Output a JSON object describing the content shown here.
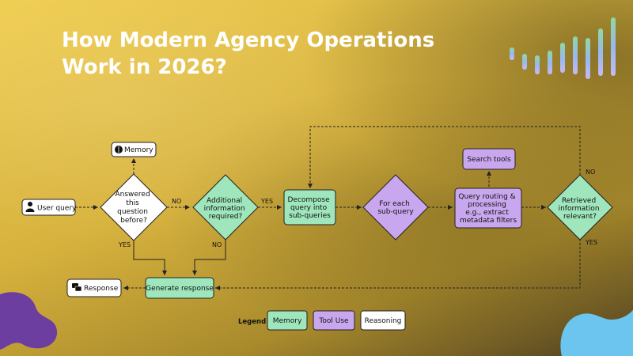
{
  "title_line1": "How Modern Agency Operations",
  "title_line2": "Work in 2026?",
  "nodes": {
    "memory": "Memory",
    "user_query": "User query",
    "answered": [
      "Answered",
      "this",
      "question",
      "before?"
    ],
    "additional": [
      "Additional",
      "information",
      "required?"
    ],
    "decompose": [
      "Decompose",
      "query into",
      "sub-queries"
    ],
    "for_each": [
      "For each",
      "sub-query"
    ],
    "search_tools": "Search tools",
    "query_routing": [
      "Query routing &",
      "processing",
      "e.g., extract",
      "metadata filters"
    ],
    "retrieved": [
      "Retrieved",
      "information",
      "relevant?"
    ],
    "generate": "Generate response",
    "response": "Response"
  },
  "edge_labels": {
    "answered_no": "NO",
    "answered_yes": "YES",
    "additional_yes": "YES",
    "additional_no": "NO",
    "retrieved_no": "NO",
    "retrieved_yes": "YES"
  },
  "legend": {
    "title": "Legend",
    "memory": "Memory",
    "tool_use": "Tool Use",
    "reasoning": "Reasoning"
  },
  "colors": {
    "memory": "#9fe6bd",
    "tool_use": "#c9a7ee",
    "reasoning": "#ffffff",
    "accent_bars": [
      "#c9b7f2",
      "#9bb8f0",
      "#8fd6a0"
    ],
    "blob_purple": "#6b3ea0",
    "blob_blue": "#6cc5ee"
  }
}
